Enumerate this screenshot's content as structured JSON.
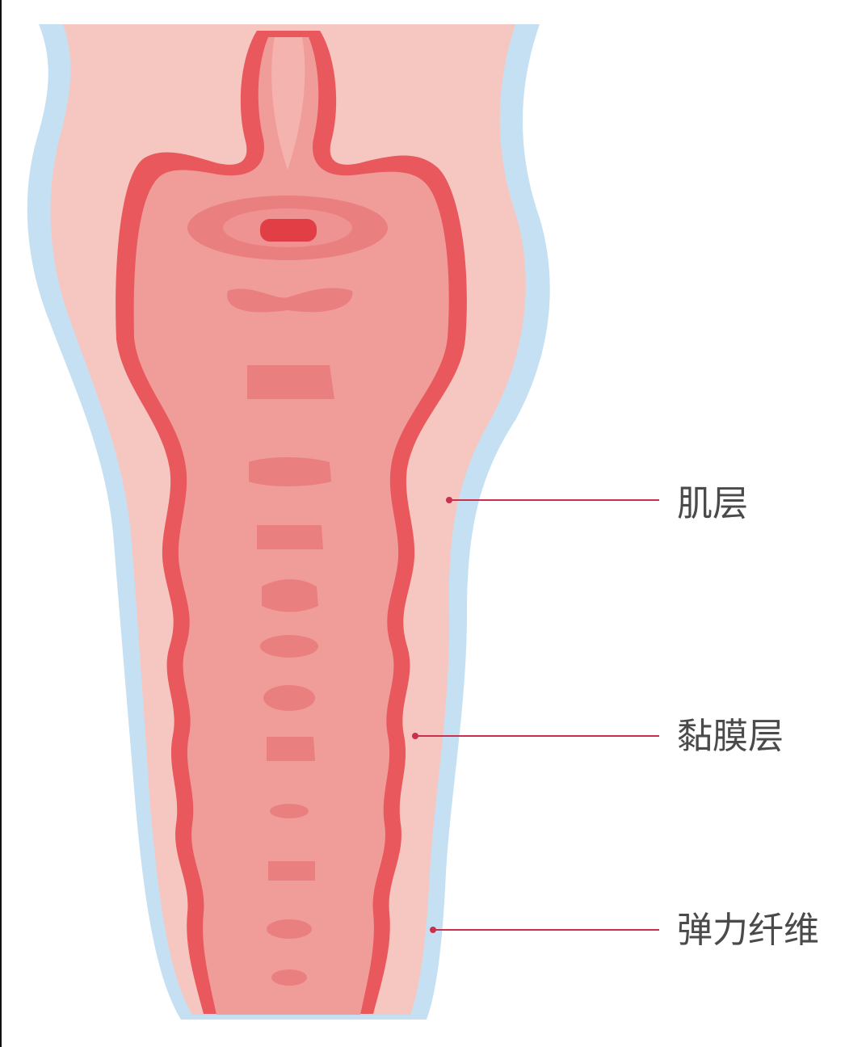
{
  "labels": {
    "muscle_layer": "肌层",
    "mucosa_layer": "黏膜层",
    "elastic_fiber": "弹力纤维"
  },
  "colors": {
    "outer_blue": "#c6e0f3",
    "outer_pink": "#f6c7c1",
    "muscle_red": "#e8585c",
    "inner_pink": "#f09d9a",
    "fold_pink": "#ea7f7f",
    "os_red": "#e23e46",
    "leader_line": "#c9304e",
    "label_text": "#4a4a4a"
  }
}
